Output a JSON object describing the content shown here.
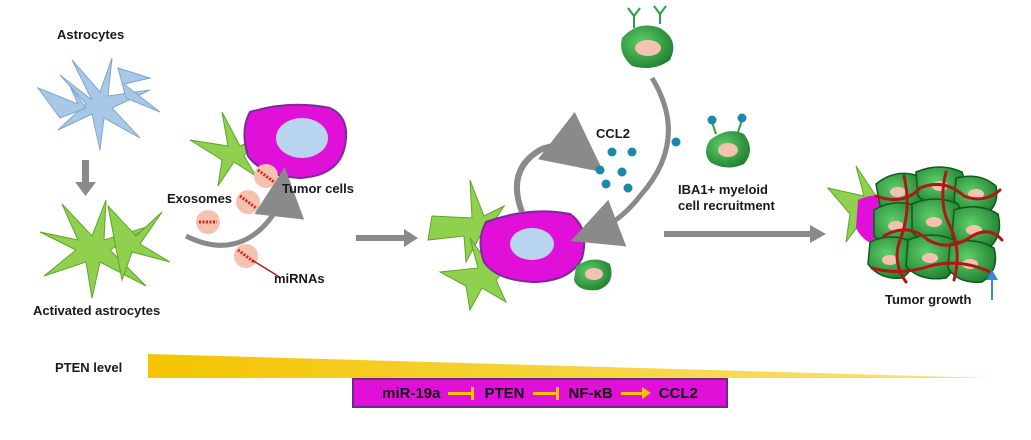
{
  "labels": {
    "astrocytes": "Astrocytes",
    "activated_astrocytes": "Activated astrocytes",
    "exosomes": "Exosomes",
    "tumor_cells": "Tumor cells",
    "mirnas": "miRNAs",
    "ccl2": "CCL2",
    "iba1_line1": "IBA1+ myeloid",
    "iba1_line2": "cell recruitment",
    "tumor_growth": "Tumor growth",
    "pten_level": "PTEN level"
  },
  "pathway": {
    "items": [
      "miR-19a",
      "PTEN",
      "NF-κB",
      "CCL2"
    ],
    "relations": [
      "inhibits",
      "inhibits",
      "activates"
    ]
  },
  "colors": {
    "astrocyte_resting": "#a9c8e8",
    "astrocyte_activated": "#8fd14f",
    "tumor_cell": "#e010d8",
    "nucleus": "#b8d4ef",
    "exosome": "#f5c2b0",
    "mirna": "#e81e1e",
    "myeloid_cell": "#2e8b3a",
    "ccl2_dot": "#1a8aa8",
    "pten_gradient": "#f4c400",
    "arrow_gray": "#8a8a8a",
    "blood_vessel": "#b01818"
  }
}
